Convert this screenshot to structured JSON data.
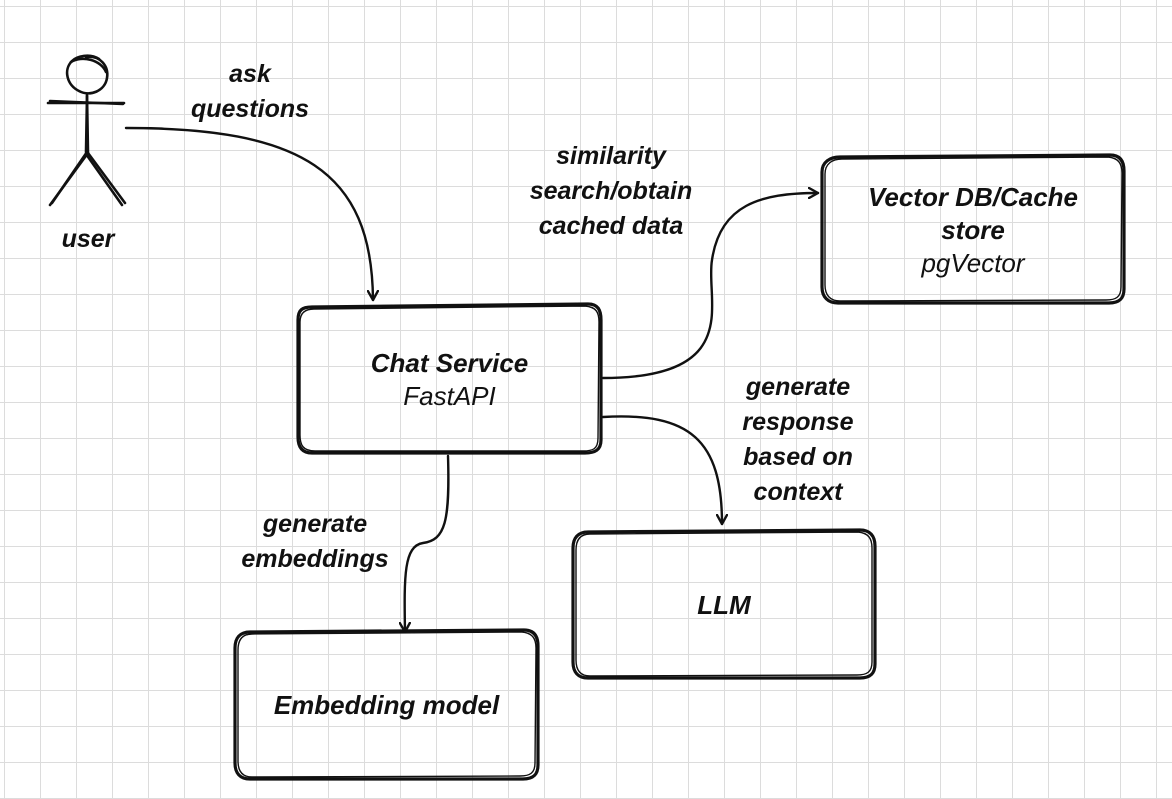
{
  "actor": {
    "label": "user"
  },
  "nodes": {
    "chat_service": {
      "title": "Chat Service",
      "subtitle": "FastAPI"
    },
    "vector_db": {
      "title_line1": "Vector DB/Cache",
      "title_line2": "store",
      "subtitle": "pgVector"
    },
    "llm": {
      "title": "LLM"
    },
    "embedding_model": {
      "title": "Embedding model"
    }
  },
  "edges": {
    "ask": {
      "line1": "ask",
      "line2": "questions"
    },
    "similarity": {
      "line1": "similarity",
      "line2": "search/obtain",
      "line3": "cached data"
    },
    "response": {
      "line1": "generate",
      "line2": "response",
      "line3": "based on",
      "line4": "context"
    },
    "embeddings": {
      "line1": "generate",
      "line2": "embeddings"
    }
  }
}
